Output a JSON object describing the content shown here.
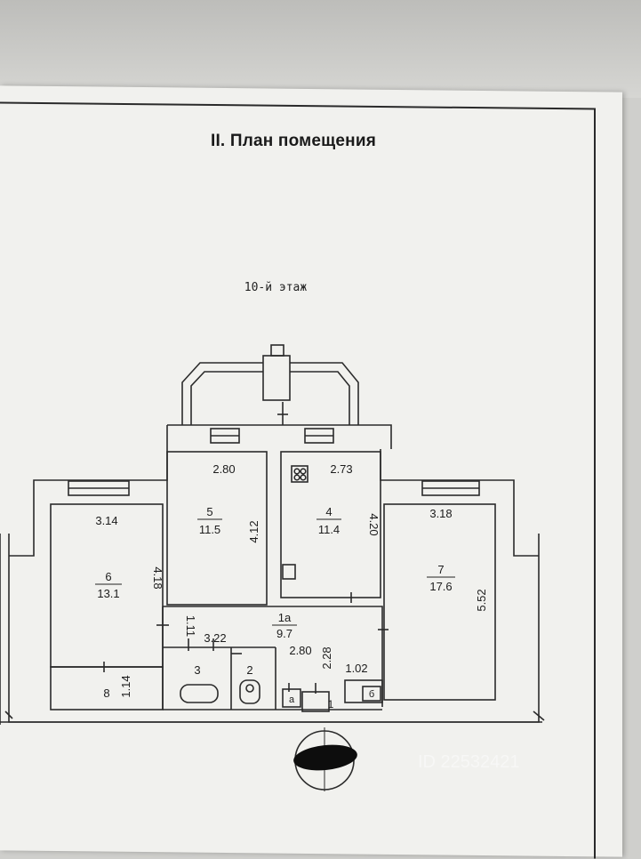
{
  "document": {
    "title": "II. План помещения",
    "floor": "10-й этаж"
  },
  "rooms": [
    {
      "id": "room-6",
      "number": "6",
      "area": "13.1",
      "width": "3.14",
      "depth": "4.18"
    },
    {
      "id": "room-5",
      "number": "5",
      "area": "11.5",
      "width": "2.80",
      "depth": "4.12"
    },
    {
      "id": "room-4",
      "number": "4",
      "area": "11.4",
      "width": "2.73",
      "depth": "4.20"
    },
    {
      "id": "room-7",
      "number": "7",
      "area": "17.6",
      "width": "3.18",
      "depth": "5.52"
    },
    {
      "id": "room-1a",
      "number": "1а",
      "area": "9.7"
    },
    {
      "id": "room-8",
      "number": "8"
    },
    {
      "id": "room-3",
      "number": "3"
    },
    {
      "id": "room-2",
      "number": "2"
    },
    {
      "id": "room-1",
      "number": "1"
    },
    {
      "id": "room-a",
      "number": "а"
    },
    {
      "id": "room-b",
      "number": "б"
    }
  ],
  "dimensions": {
    "corridor_top": "1.11",
    "corridor_width": "3.22",
    "hall_width": "2.80",
    "hall_depth": "2.28",
    "closet_width": "1.02",
    "room8_depth": "1.14"
  },
  "watermark": "ID 22532421"
}
